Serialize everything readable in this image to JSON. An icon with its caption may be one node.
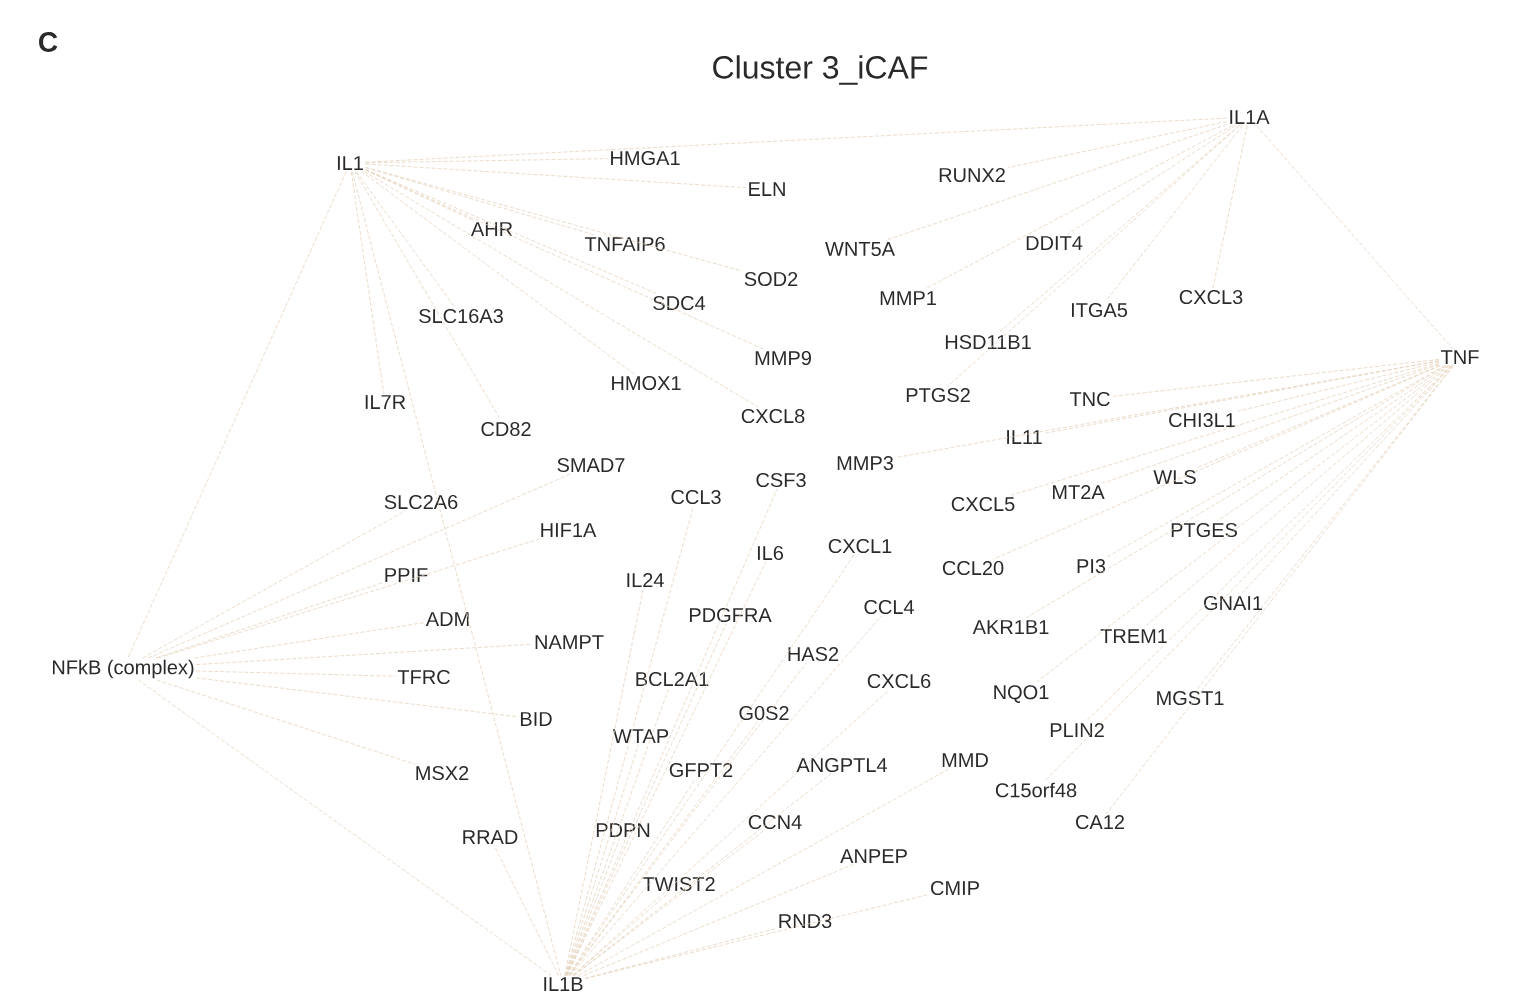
{
  "diagram": {
    "title": "Cluster 3_iCAF",
    "nodes": [
      {
        "text": [
          "IL1"
        ]
      },
      {
        "text": [
          "IL1A"
        ]
      },
      {
        "text": [
          "TNF"
        ]
      },
      {
        "text": [
          "NFkB (complex)"
        ]
      },
      {
        "text": [
          "IL1B"
        ]
      },
      {
        "text": [
          "HMGA1"
        ]
      },
      {
        "text": [
          "ELN"
        ]
      },
      {
        "text": [
          "RUNX2"
        ]
      },
      {
        "text": [
          "AHR"
        ]
      },
      {
        "text": [
          "TNFAIP6"
        ]
      },
      {
        "text": [
          "WNT5A"
        ]
      },
      {
        "text": [
          "DDIT4"
        ]
      },
      {
        "text": [
          "SOD2"
        ]
      },
      {
        "text": [
          "SDC4"
        ]
      },
      {
        "text": [
          "MMP1"
        ]
      },
      {
        "text": [
          "ITGA5"
        ]
      },
      {
        "text": [
          "CXCL3"
        ]
      },
      {
        "text": [
          "SLC16A3"
        ]
      },
      {
        "text": [
          "HSD11B1"
        ]
      },
      {
        "text": [
          "MMP9"
        ]
      },
      {
        "text": [
          "HMOX1"
        ]
      },
      {
        "text": [
          "IL7R"
        ]
      },
      {
        "text": [
          "PTGS2"
        ]
      },
      {
        "text": [
          "TNC"
        ]
      },
      {
        "text": [
          "CXCL8"
        ]
      },
      {
        "text": [
          "CD82"
        ]
      },
      {
        "text": [
          "CHI3L1"
        ]
      },
      {
        "text": [
          "IL11"
        ]
      },
      {
        "text": [
          "SMAD7"
        ]
      },
      {
        "text": [
          "CSF3"
        ]
      },
      {
        "text": [
          "MMP3"
        ]
      },
      {
        "text": [
          "CCL3"
        ]
      },
      {
        "text": [
          "WLS"
        ]
      },
      {
        "text": [
          "MT2A"
        ]
      },
      {
        "text": [
          "CXCL5"
        ]
      },
      {
        "text": [
          "SLC2A6"
        ]
      },
      {
        "text": [
          "HIF1A"
        ]
      },
      {
        "text": [
          "PTGES"
        ]
      },
      {
        "text": [
          "IL6"
        ]
      },
      {
        "text": [
          "CXCL1"
        ]
      },
      {
        "text": [
          "PPIF"
        ]
      },
      {
        "text": [
          "IL24"
        ]
      },
      {
        "text": [
          "CCL20"
        ]
      },
      {
        "text": [
          "PI3"
        ]
      },
      {
        "text": [
          "PDGFRA"
        ]
      },
      {
        "text": [
          "CCL4"
        ]
      },
      {
        "text": [
          "GNAI1"
        ]
      },
      {
        "text": [
          "ADM"
        ]
      },
      {
        "text": [
          "AKR1B1"
        ]
      },
      {
        "text": [
          "TREM1"
        ]
      },
      {
        "text": [
          "NAMPT"
        ]
      },
      {
        "text": [
          "HAS2"
        ]
      },
      {
        "text": [
          "TFRC"
        ]
      },
      {
        "text": [
          "BCL2A1"
        ]
      },
      {
        "text": [
          "CXCL6"
        ]
      },
      {
        "text": [
          "NQO1"
        ]
      },
      {
        "text": [
          "MGST1"
        ]
      },
      {
        "text": [
          "BID"
        ]
      },
      {
        "text": [
          "G0S2"
        ]
      },
      {
        "text": [
          "WTAP"
        ]
      },
      {
        "text": [
          "PLIN2"
        ]
      },
      {
        "text": [
          "MSX2"
        ]
      },
      {
        "text": [
          "GFPT2"
        ]
      },
      {
        "text": [
          "ANGPTL4"
        ]
      },
      {
        "text": [
          "MMD"
        ]
      },
      {
        "text": [
          "C15orf48"
        ]
      },
      {
        "text": [
          "RRAD"
        ]
      },
      {
        "text": [
          "PDPN"
        ]
      },
      {
        "text": [
          "CCN4"
        ]
      },
      {
        "text": [
          "CA12"
        ]
      },
      {
        "text": [
          "ANPEP"
        ]
      },
      {
        "text": [
          "TWIST2"
        ]
      },
      {
        "text": [
          "CMIP"
        ]
      },
      {
        "text": [
          "RND3"
        ]
      }
    ],
    "edges": [
      {
        "from": 0,
        "to": 1,
        "arrow": "none"
      },
      {
        "from": 1,
        "to": 2,
        "arrow": "none"
      },
      {
        "from": 0,
        "to": 3,
        "arrow": "none"
      },
      {
        "from": 3,
        "to": 4,
        "arrow": "none"
      },
      {
        "from": 0,
        "to": 4,
        "arrow": "none"
      },
      {
        "from": 0,
        "to": 5,
        "arrow": "none"
      },
      {
        "from": 0,
        "to": 6,
        "arrow": "none"
      },
      {
        "from": 1,
        "to": 7,
        "arrow": "none"
      },
      {
        "from": 0,
        "to": 8,
        "arrow": "none"
      },
      {
        "from": 0,
        "to": 9,
        "arrow": "none"
      },
      {
        "from": 1,
        "to": 10,
        "arrow": "none"
      },
      {
        "from": 1,
        "to": 11,
        "arrow": "none"
      },
      {
        "from": 0,
        "to": 12,
        "arrow": "none"
      },
      {
        "from": 0,
        "to": 13,
        "arrow": "none"
      },
      {
        "from": 1,
        "to": 14,
        "arrow": "none"
      },
      {
        "from": 1,
        "to": 15,
        "arrow": "none"
      },
      {
        "from": 1,
        "to": 16,
        "arrow": "none"
      },
      {
        "from": 0,
        "to": 17,
        "arrow": "none"
      },
      {
        "from": 1,
        "to": 18,
        "arrow": "none"
      },
      {
        "from": 0,
        "to": 19,
        "arrow": "none"
      },
      {
        "from": 0,
        "to": 20,
        "arrow": "none"
      },
      {
        "from": 0,
        "to": 21,
        "arrow": "none"
      },
      {
        "from": 1,
        "to": 22,
        "arrow": "none"
      },
      {
        "from": 2,
        "to": 23,
        "arrow": "none"
      },
      {
        "from": 0,
        "to": 24,
        "arrow": "none"
      },
      {
        "from": 0,
        "to": 25,
        "arrow": "none"
      },
      {
        "from": 2,
        "to": 26,
        "arrow": "none"
      },
      {
        "from": 2,
        "to": 27,
        "arrow": "none"
      },
      {
        "from": 3,
        "to": 28,
        "arrow": "none"
      },
      {
        "from": 4,
        "to": 29,
        "arrow": "none"
      },
      {
        "from": 2,
        "to": 30,
        "arrow": "none"
      },
      {
        "from": 4,
        "to": 31,
        "arrow": "none"
      },
      {
        "from": 2,
        "to": 32,
        "arrow": "none"
      },
      {
        "from": 2,
        "to": 33,
        "arrow": "none"
      },
      {
        "from": 2,
        "to": 34,
        "arrow": "none"
      },
      {
        "from": 3,
        "to": 35,
        "arrow": "none"
      },
      {
        "from": 3,
        "to": 36,
        "arrow": "none"
      },
      {
        "from": 2,
        "to": 37,
        "arrow": "none"
      },
      {
        "from": 4,
        "to": 38,
        "arrow": "none"
      },
      {
        "from": 4,
        "to": 39,
        "arrow": "none"
      },
      {
        "from": 3,
        "to": 40,
        "arrow": "none"
      },
      {
        "from": 4,
        "to": 41,
        "arrow": "none"
      },
      {
        "from": 2,
        "to": 42,
        "arrow": "none"
      },
      {
        "from": 2,
        "to": 43,
        "arrow": "none"
      },
      {
        "from": 4,
        "to": 44,
        "arrow": "none"
      },
      {
        "from": 4,
        "to": 45,
        "arrow": "none"
      },
      {
        "from": 2,
        "to": 46,
        "arrow": "none"
      },
      {
        "from": 3,
        "to": 47,
        "arrow": "none"
      },
      {
        "from": 2,
        "to": 48,
        "arrow": "none"
      },
      {
        "from": 2,
        "to": 49,
        "arrow": "none"
      },
      {
        "from": 3,
        "to": 50,
        "arrow": "none"
      },
      {
        "from": 4,
        "to": 51,
        "arrow": "none"
      },
      {
        "from": 3,
        "to": 52,
        "arrow": "none"
      },
      {
        "from": 4,
        "to": 53,
        "arrow": "none"
      },
      {
        "from": 4,
        "to": 54,
        "arrow": "none"
      },
      {
        "from": 2,
        "to": 55,
        "arrow": "none"
      },
      {
        "from": 2,
        "to": 56,
        "arrow": "none"
      },
      {
        "from": 3,
        "to": 57,
        "arrow": "none"
      },
      {
        "from": 4,
        "to": 58,
        "arrow": "none"
      },
      {
        "from": 4,
        "to": 59,
        "arrow": "none"
      },
      {
        "from": 2,
        "to": 60,
        "arrow": "none"
      },
      {
        "from": 3,
        "to": 61,
        "arrow": "none"
      },
      {
        "from": 4,
        "to": 62,
        "arrow": "none"
      },
      {
        "from": 4,
        "to": 63,
        "arrow": "none"
      },
      {
        "from": 4,
        "to": 64,
        "arrow": "none"
      },
      {
        "from": 2,
        "to": 65,
        "arrow": "none"
      },
      {
        "from": 4,
        "to": 66,
        "arrow": "none"
      },
      {
        "from": 4,
        "to": 67,
        "arrow": "none"
      },
      {
        "from": 4,
        "to": 68,
        "arrow": "none"
      },
      {
        "from": 2,
        "to": 69,
        "arrow": "none"
      },
      {
        "from": 4,
        "to": 70,
        "arrow": "none"
      },
      {
        "from": 4,
        "to": 71,
        "arrow": "none"
      },
      {
        "from": 4,
        "to": 72,
        "arrow": "none"
      },
      {
        "from": 4,
        "to": 73,
        "arrow": "none"
      }
    ],
    "labels": [
      "C"
    ]
  }
}
